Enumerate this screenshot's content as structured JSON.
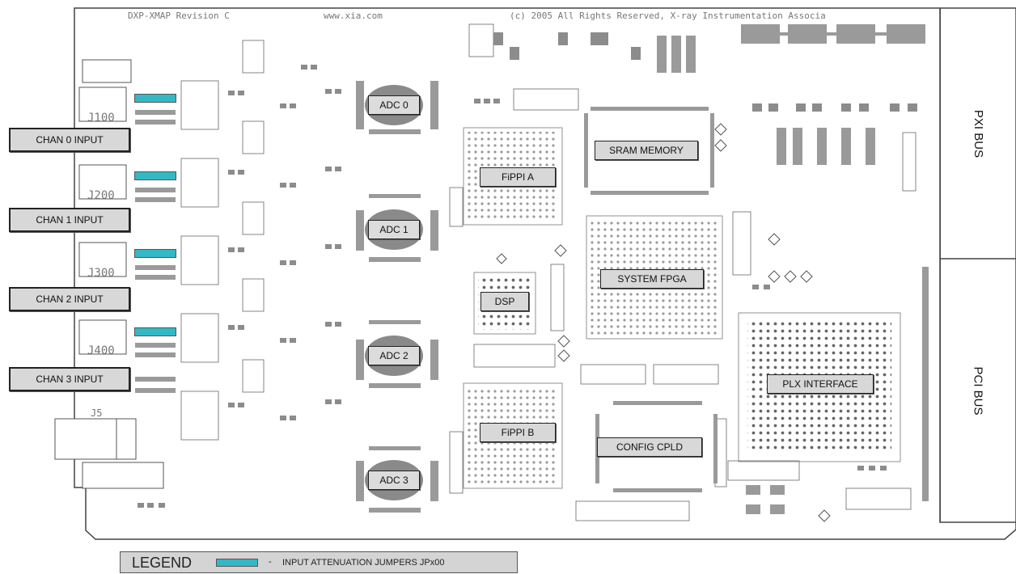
{
  "board": {
    "silkscreen": {
      "revision": "DXP-XMAP Revision C",
      "website": "www.xia.com",
      "copyright": "(c) 2005 All Rights Reserved, X-ray Instrumentation Associa",
      "connectors": [
        "J100",
        "J200",
        "J300",
        "J400",
        "J5"
      ]
    },
    "channel_inputs": [
      "CHAN 0 INPUT",
      "CHAN 1 INPUT",
      "CHAN 2 INPUT",
      "CHAN 3 INPUT"
    ],
    "adcs": [
      "ADC 0",
      "ADC 1",
      "ADC 2",
      "ADC 3"
    ],
    "chips": {
      "fippi_a": "FiPPI A",
      "fippi_b": "FiPPI B",
      "dsp": "DSP",
      "sram": "SRAM MEMORY",
      "system_fpga": "SYSTEM FPGA",
      "config_cpld": "CONFIG CPLD",
      "plx": "PLX INTERFACE"
    },
    "buses": {
      "pxi": "PXI BUS",
      "pci": "PCI BUS"
    }
  },
  "legend": {
    "title": "LEGEND",
    "separator": "-",
    "jumper_description": "INPUT ATTENUATION JUMPERS JPx00"
  },
  "colors": {
    "jumper": "#34b8c4",
    "label_bg": "#d8d8d8",
    "adc_disc": "#8a8a8a",
    "outline": "#444444"
  }
}
